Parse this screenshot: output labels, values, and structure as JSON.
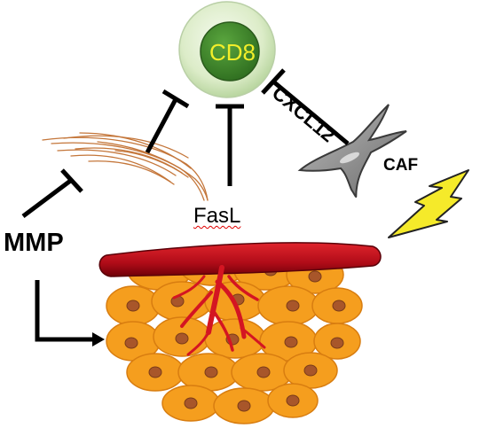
{
  "labels": {
    "cd8": "CD8",
    "cxcl12": "CXCL12",
    "caf": "CAF",
    "fasl": "FasL",
    "mmp": "MMP"
  },
  "colors": {
    "cd8_outer": "#e4f1d8",
    "cd8_inner": "#3d8a2c",
    "cd8_text": "#f2ee2a",
    "tumor_cell": "#f39a1c",
    "tumor_nucleus": "#b4642a",
    "vessel": "#c0101c",
    "fibers": "#c87a3a",
    "caf": "#8a8a8a",
    "bolt": "#f5ea2a"
  },
  "icons": [
    "inhibition-arrow",
    "activation-arrow",
    "lightning-bolt-icon",
    "caf-cell-icon",
    "cd8-cell-icon",
    "collagen-fibers-icon",
    "blood-vessel-icon",
    "tumor-mass-icon"
  ]
}
